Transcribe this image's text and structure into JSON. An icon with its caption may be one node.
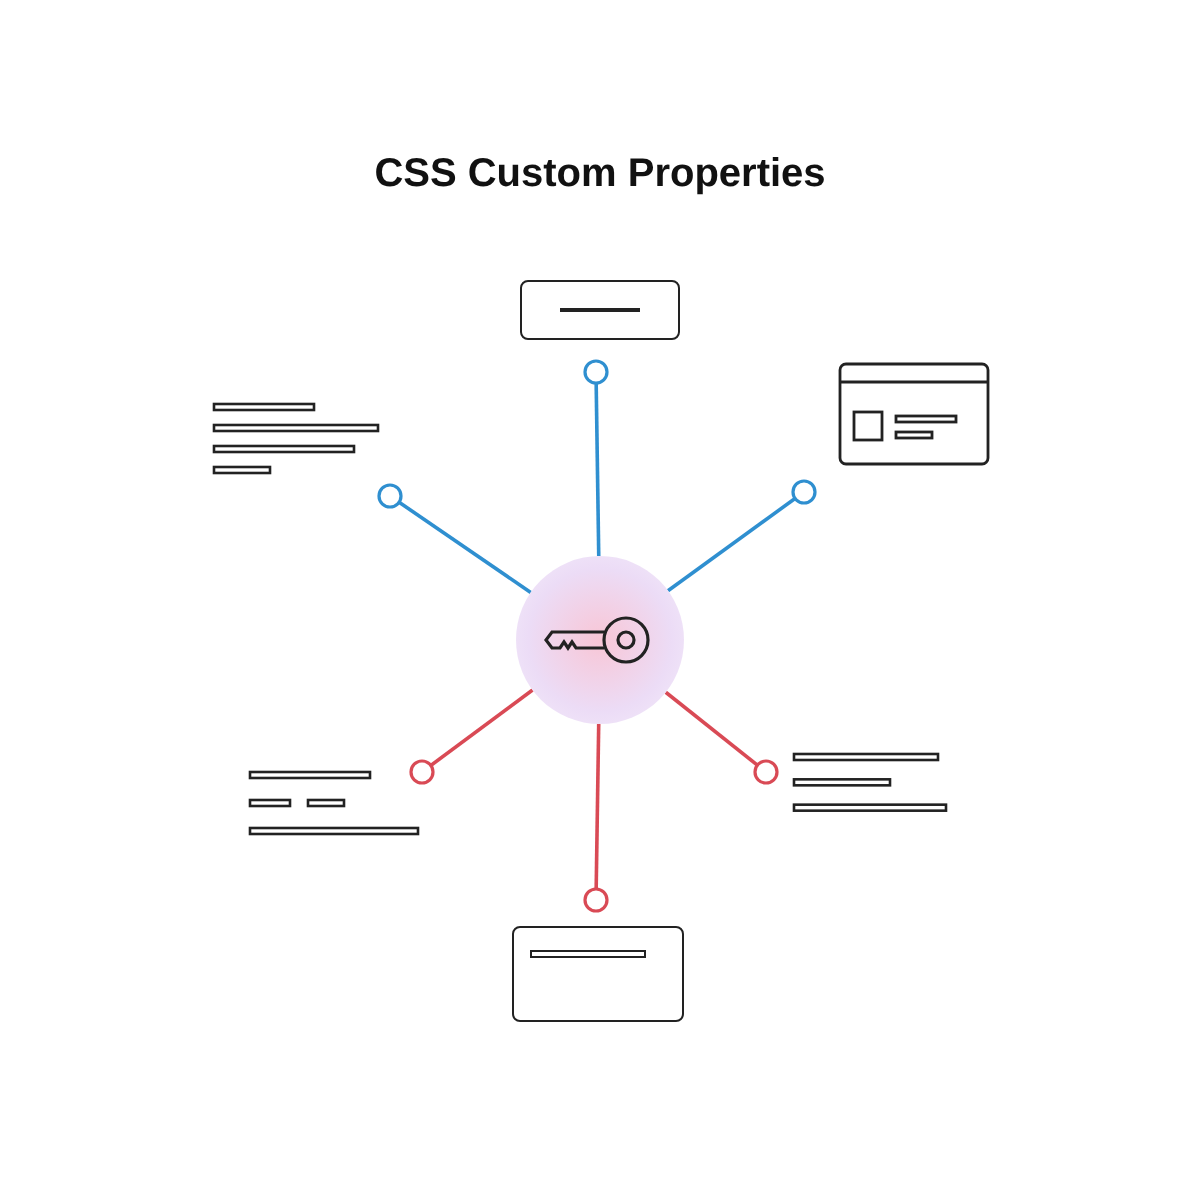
{
  "diagram": {
    "title": "CSS Custom Properties",
    "nodes": [
      {
        "text": [],
        "shape": "box"
      },
      {
        "text": [],
        "shape": "picture"
      },
      {
        "text": [],
        "shape": "picture"
      },
      {
        "text": [],
        "shape": "picture"
      },
      {
        "text": [],
        "shape": "picture"
      },
      {
        "text": [],
        "shape": "picture"
      },
      {
        "text": [],
        "shape": "box"
      }
    ],
    "edges": [
      {
        "from": 3,
        "to": 0,
        "arrow": "other",
        "color": "#2f8fd0"
      },
      {
        "from": 3,
        "to": 1,
        "arrow": "other",
        "color": "#2f8fd0"
      },
      {
        "from": 3,
        "to": 2,
        "arrow": "other",
        "color": "#2f8fd0"
      },
      {
        "from": 3,
        "to": 4,
        "arrow": "other",
        "color": "#d94a55"
      },
      {
        "from": 3,
        "to": 5,
        "arrow": "other",
        "color": "#d94a55"
      },
      {
        "from": 3,
        "to": 6,
        "arrow": "other",
        "color": "#d94a55"
      }
    ]
  }
}
